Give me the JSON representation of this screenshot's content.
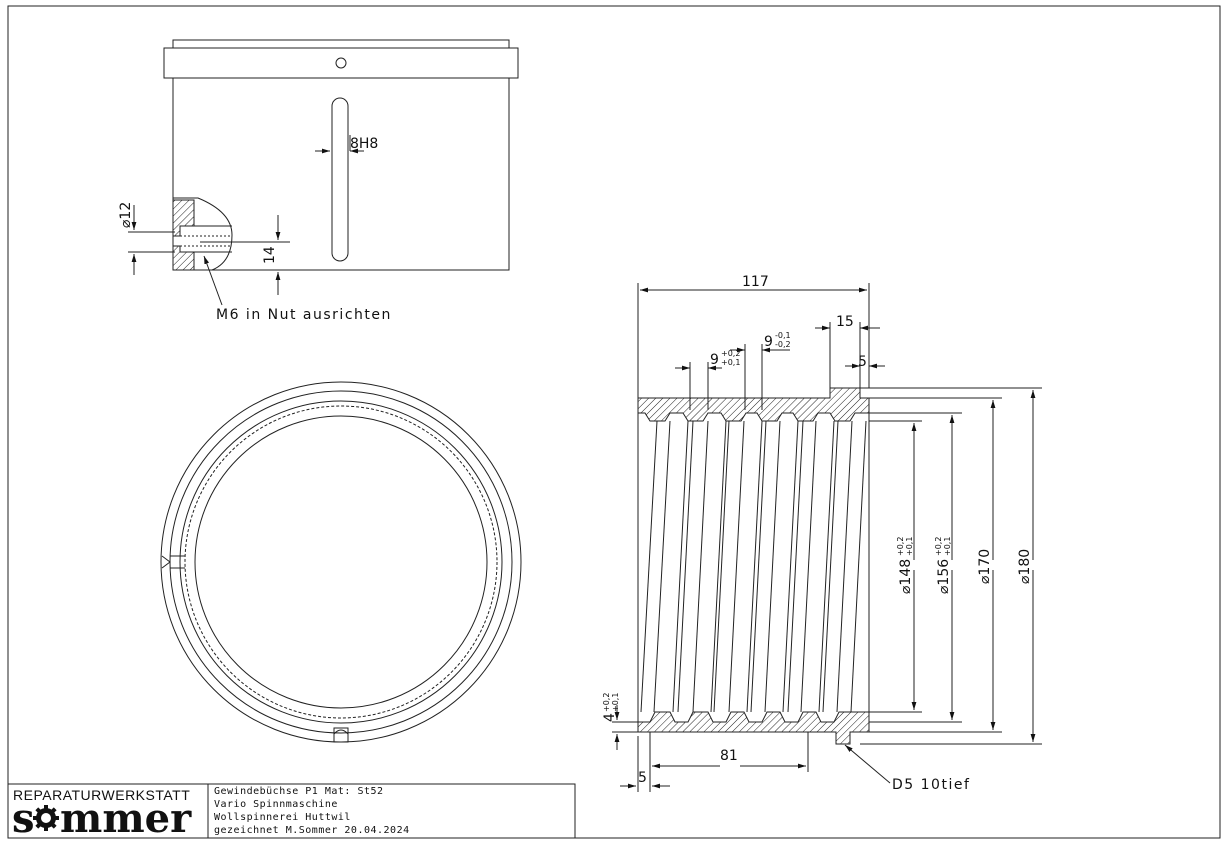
{
  "drawing": {
    "dimensions": {
      "slot_width": "8H8",
      "bore_dia": "⌀12",
      "bore_depth": "14",
      "total_length": "117",
      "collar_width": "15",
      "collar_offset": "5",
      "pitch_a_base": "9",
      "pitch_a_tol_upper": "+0,2",
      "pitch_a_tol_lower": "+0,1",
      "pitch_b_base": "9",
      "pitch_b_tol_upper": "-0,1",
      "pitch_b_tol_lower": "-0,2",
      "dia_148_base": "⌀148",
      "dia_148_tol_upper": "+0,2",
      "dia_148_tol_lower": "+0,1",
      "dia_156_base": "⌀156",
      "dia_156_tol_upper": "+0,2",
      "dia_156_tol_lower": "+0,1",
      "dia_170": "⌀170",
      "dia_180": "⌀180",
      "wall_base": "4",
      "wall_tol_upper": "+0,2",
      "wall_tol_lower": "+0,1",
      "groove_length": "81",
      "end_offset": "5"
    },
    "notes": {
      "thread_hole": "M6  in Nut ausrichten",
      "drill": "D5  10tief"
    }
  },
  "title_block": {
    "company": "REPARATURWERKSTATT",
    "logo_text": "sommer",
    "lines": [
      "Gewindebüchse P1 Mat: St52",
      "Vario Spinnmaschine",
      "Wollspinnerei Huttwil",
      "gezeichnet M.Sommer 20.04.2024"
    ]
  }
}
